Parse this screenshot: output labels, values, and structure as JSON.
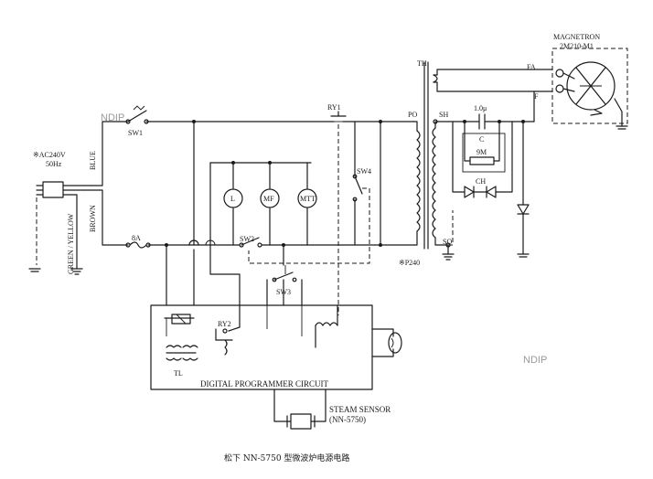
{
  "labels": {
    "magnetron": "MAGNETRON",
    "magnetron_model": "2M210-M1",
    "fa": "FA",
    "f": "F",
    "th": "TH",
    "sh": "SH",
    "so": "SO",
    "po": "PO",
    "p240": "※P240",
    "ry1": "RY1",
    "ry2": "RY2",
    "sw1": "SW1",
    "sw2": "SW2",
    "sw3": "SW3",
    "sw4": "SW4",
    "ac_voltage": "※AC240V",
    "ac_freq": "50Hz",
    "blue": "BLUE",
    "brown": "BROWN",
    "green_yellow": "GREEN / YELLOW",
    "fuse": "8A",
    "lamp": "L",
    "fan_motor": "MF",
    "turntable_motor": "MTT",
    "capacitor_value": "1.0μ",
    "capacitor": "C",
    "resistor": "9M",
    "ch": "CH",
    "tl": "TL",
    "programmer": "DIGITAL PROGRAMMER CIRCUIT",
    "steam_sensor": "STEAM SENSOR",
    "steam_sensor_model": "(NN-5750)"
  },
  "watermark_left": "NDIP",
  "watermark_right": "NDIP",
  "caption": "松下 NN-5750 型微波炉电源电路"
}
